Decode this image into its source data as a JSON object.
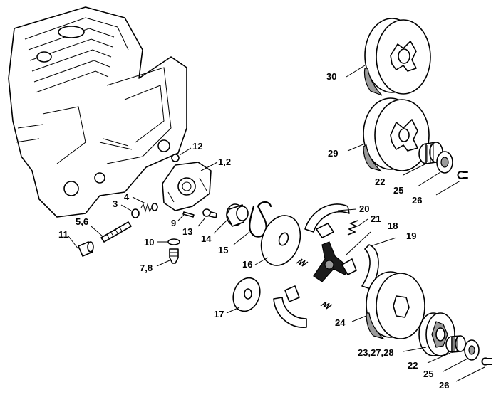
{
  "callouts": {
    "c1_2": "1,2",
    "c3": "3",
    "c4": "4",
    "c5_6": "5,6",
    "c7_8": "7,8",
    "c9": "9",
    "c10": "10",
    "c11": "11",
    "c12": "12",
    "c13": "13",
    "c14": "14",
    "c15": "15",
    "c16": "16",
    "c17": "17",
    "c18": "18",
    "c19": "19",
    "c20": "20",
    "c21": "21",
    "c22a": "22",
    "c22b": "22",
    "c23_27_28": "23,27,28",
    "c24": "24",
    "c25a": "25",
    "c25b": "25",
    "c26a": "26",
    "c26b": "26",
    "c29": "29",
    "c30": "30"
  }
}
